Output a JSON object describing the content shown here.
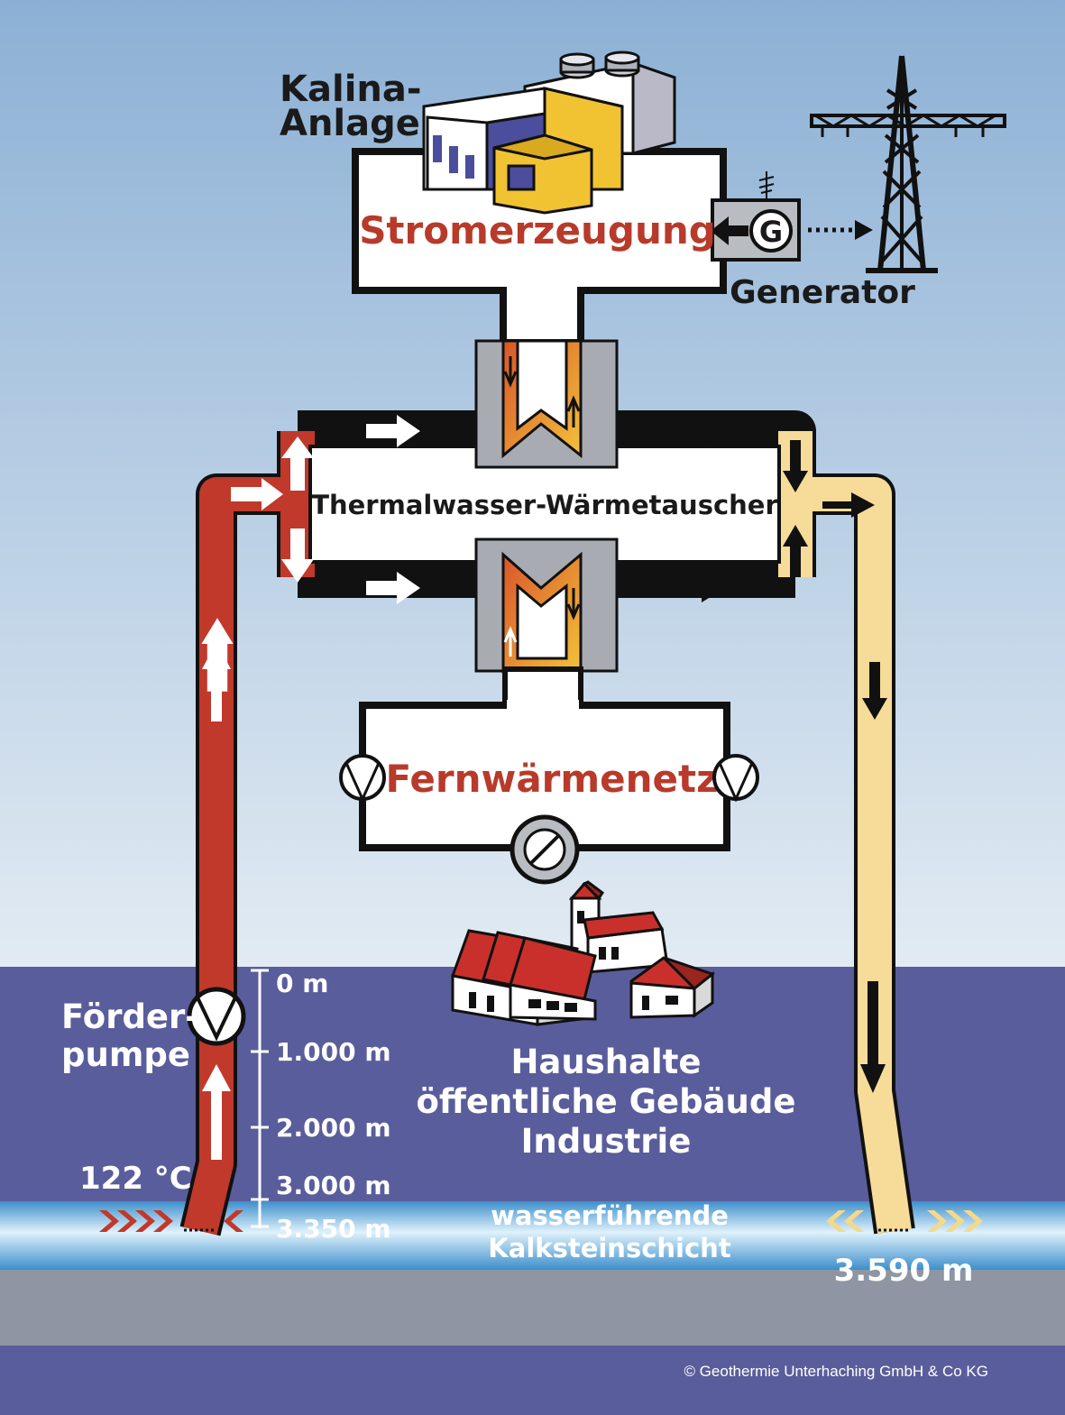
{
  "labels": {
    "kalina_line1": "Kalina-",
    "kalina_line2": "Anlage",
    "power_generation": "Stromerzeugung",
    "generator": "Generator",
    "generator_symbol": "G",
    "heat_exchanger": "Thermalwasser-Wärmetauscher",
    "district_heating": "Fernwärmenetz",
    "pump_line1": "Förder-",
    "pump_line2": "pumpe",
    "consumers_line1": "Haushalte",
    "consumers_line2": "öffentliche Gebäude",
    "consumers_line3": "Industrie",
    "temperature": "122 °C",
    "aquifer_line1": "wasserführende",
    "aquifer_line2": "Kalksteinschicht",
    "reinjection_depth": "3.590 m",
    "copyright": "© Geothermie Unterhaching GmbH & Co KG"
  },
  "depth_scale": [
    "0 m",
    "1.000 m",
    "2.000 m",
    "3.000 m",
    "3.350 m"
  ],
  "colors": {
    "hot_water": "#c0392b",
    "cool_water": "#f6dc98",
    "sky_top": "#8fb2d6",
    "sky_bottom": "#dfe9f2",
    "underground": "#5a5d9b",
    "aquifer": "#4fa6dc",
    "bedrock": "#8e96a3",
    "outline": "#111111"
  }
}
